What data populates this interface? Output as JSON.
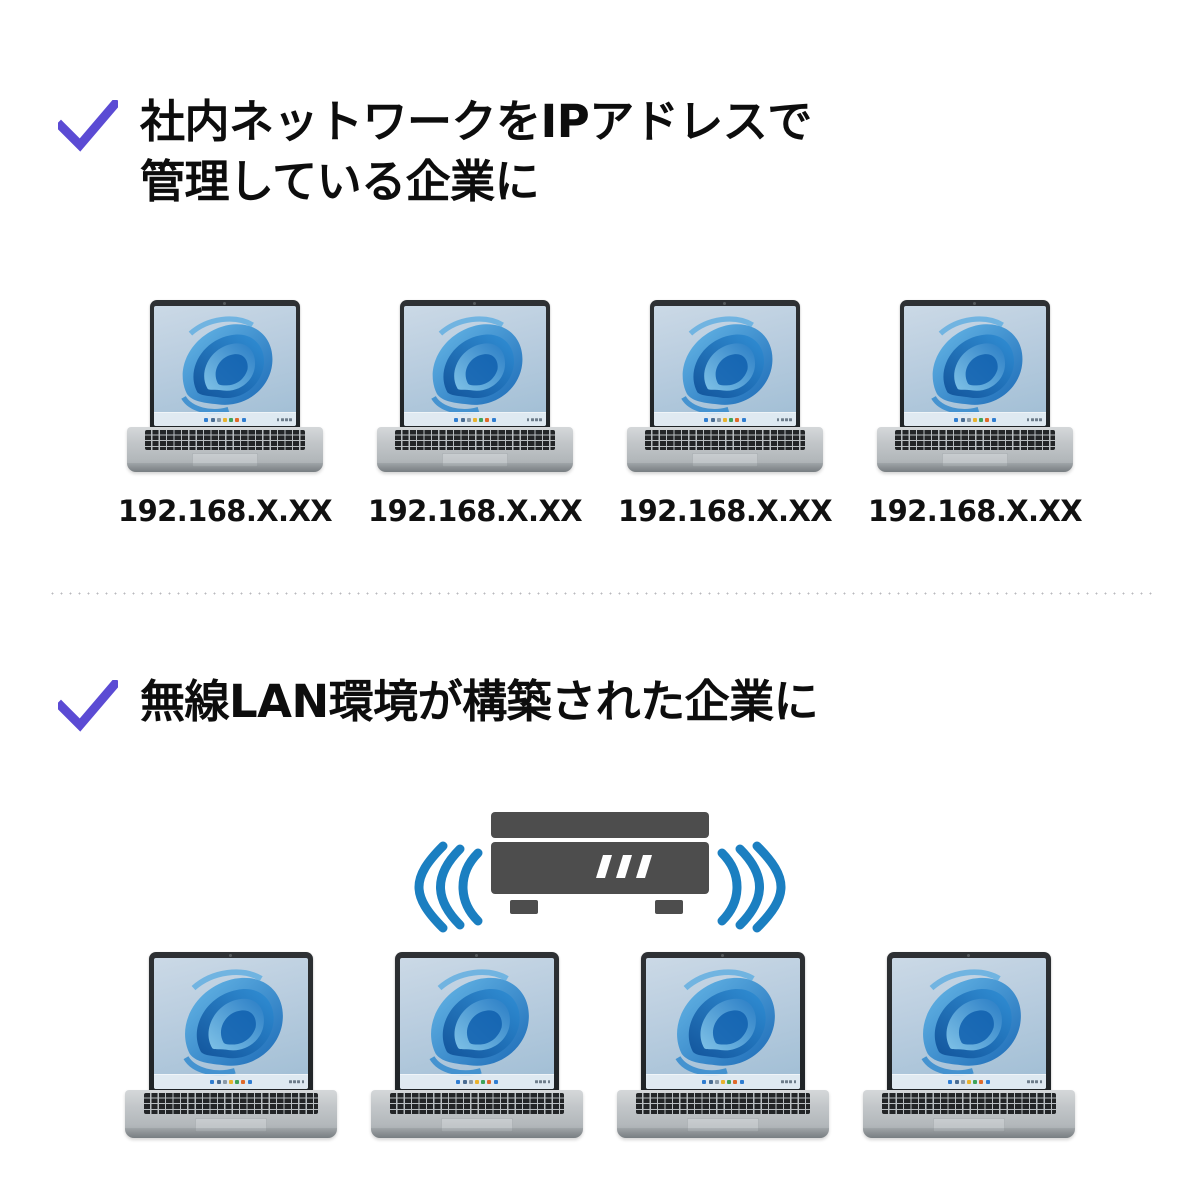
{
  "page": {
    "background_color": "#ffffff",
    "accent_check_color": "#5b4bd4",
    "text_color": "#111111",
    "router_color": "#4d4d4d",
    "wifi_color": "#1b7fc1",
    "divider_color": "#b8b8bd"
  },
  "sections": [
    {
      "id": "section-ip",
      "check_icon": "check-icon",
      "heading": "社内ネットワークをIPアドレスで\n管理している企業に",
      "devices": [
        {
          "label": "192.168.X.XX"
        },
        {
          "label": "192.168.X.XX"
        },
        {
          "label": "192.168.X.XX"
        },
        {
          "label": "192.168.X.XX"
        }
      ]
    },
    {
      "id": "section-wifi",
      "check_icon": "check-icon",
      "heading": "無線LAN環境が構築された企業に",
      "router": {
        "icon": "wireless-router-icon",
        "led_count": 3,
        "wifi_arc_count_per_side": 3
      },
      "devices": [
        {
          "label": ""
        },
        {
          "label": ""
        },
        {
          "label": ""
        },
        {
          "label": ""
        }
      ]
    }
  ],
  "divider": {
    "name": "dotted-divider"
  }
}
